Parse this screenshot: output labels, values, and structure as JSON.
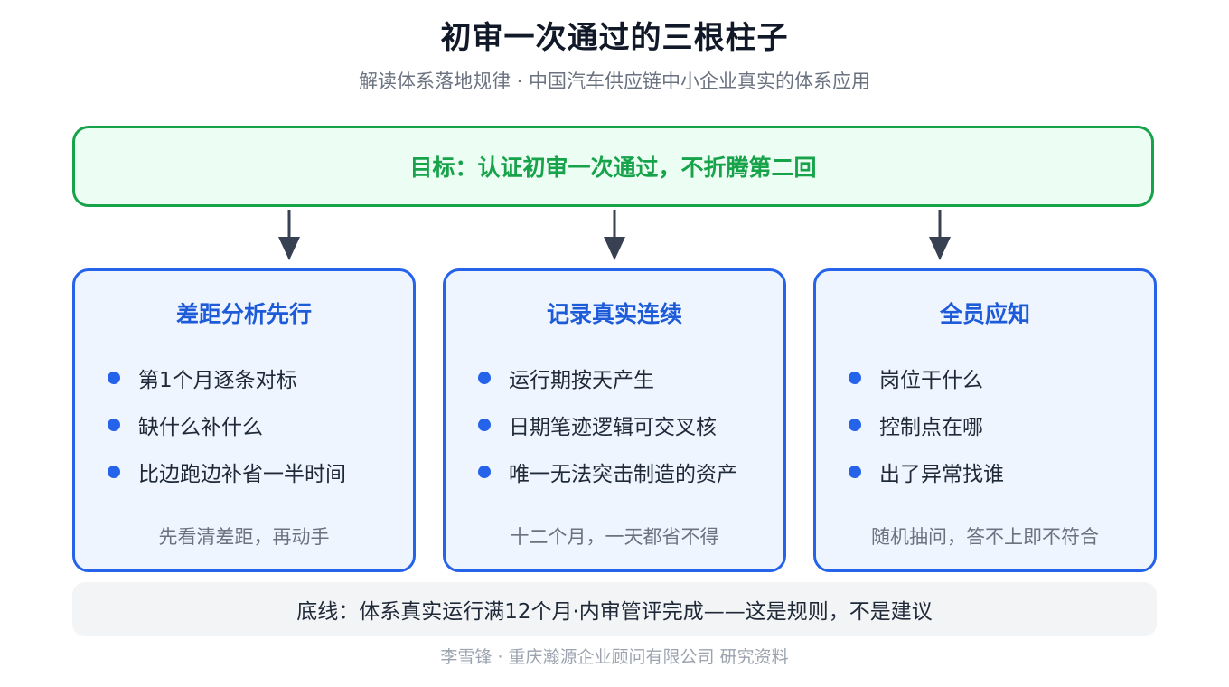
{
  "title": "初审一次通过的三根柱子",
  "subtitle": "解读体系落地规律 · 中国汽车供应链中小企业真实的体系应用",
  "goal": "目标：认证初审一次通过，不折腾第二回",
  "pillars": [
    {
      "title": "差距分析先行",
      "items": [
        "第1个月逐条对标",
        "缺什么补什么",
        "比边跑边补省一半时间"
      ],
      "note": "先看清差距，再动手"
    },
    {
      "title": "记录真实连续",
      "items": [
        "运行期按天产生",
        "日期笔迹逻辑可交叉核",
        "唯一无法突击制造的资产"
      ],
      "note": "十二个月，一天都省不得"
    },
    {
      "title": "全员应知",
      "items": [
        "岗位干什么",
        "控制点在哪",
        "出了异常找谁"
      ],
      "note": "随机抽问，答不上即不符合"
    }
  ],
  "bottom_line": "底线：体系真实运行满12个月·内审管评完成——这是规则，不是建议",
  "footer": "李雪锋 · 重庆瀚源企业顾问有限公司 研究资料",
  "colors": {
    "goal_accent": "#16a34a",
    "pillar_accent": "#2563eb",
    "arrow": "#374151"
  }
}
